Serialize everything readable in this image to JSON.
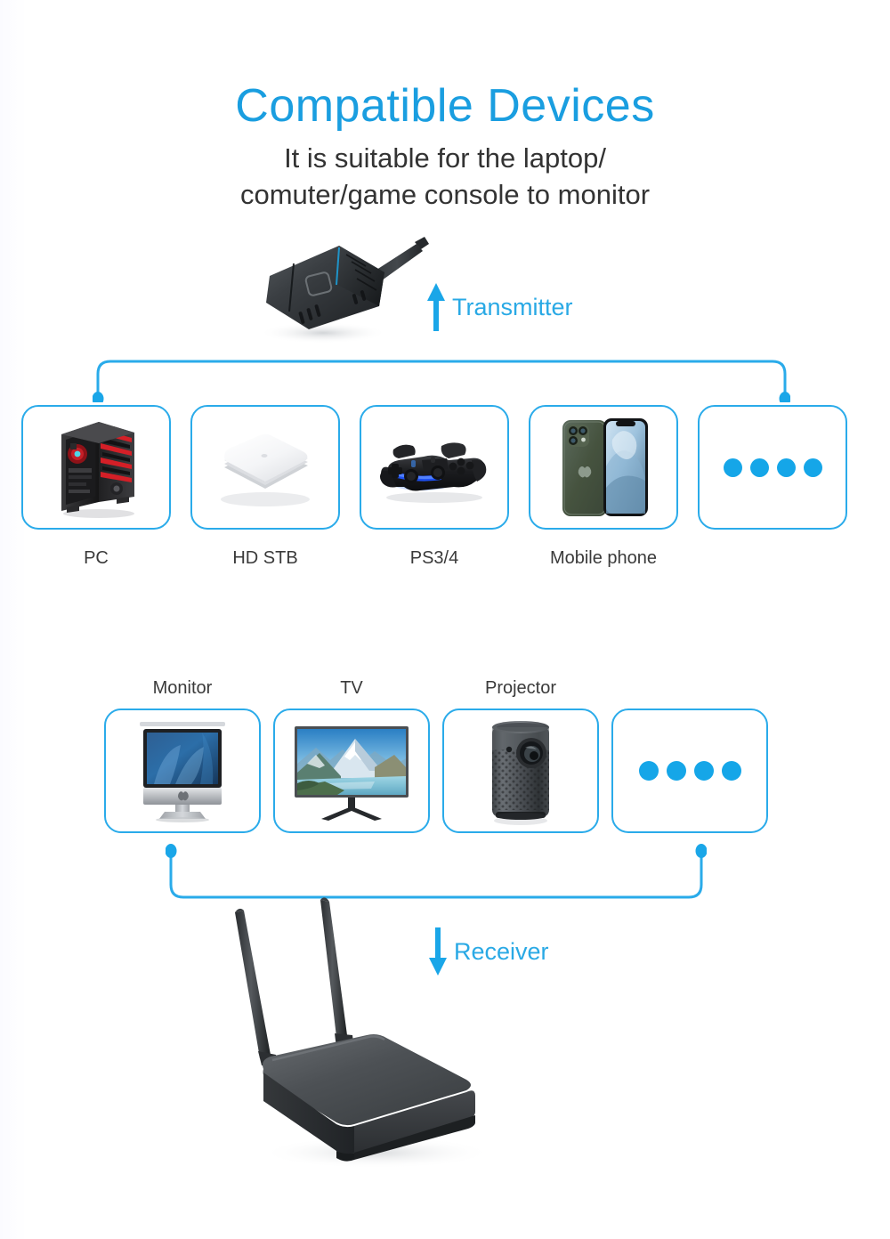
{
  "header": {
    "title": "Compatible Devices",
    "subtitle_line1": "It is suitable for the laptop/",
    "subtitle_line2": "comuter/game console to monitor"
  },
  "colors": {
    "accent_blue": "#1a9ee0",
    "border_blue": "#2aabea",
    "dot_blue": "#15a6e8",
    "label_gray": "#3a3a3a",
    "background": "#ffffff"
  },
  "transmitter": {
    "label": "Transmitter",
    "arrow_direction": "up",
    "device": "hdmi-dongle-transmitter"
  },
  "receiver": {
    "label": "Receiver",
    "arrow_direction": "down",
    "device": "wireless-receiver-box-two-antennas"
  },
  "input_devices": {
    "cards": [
      {
        "label": "PC",
        "icon": "desktop-tower-icon"
      },
      {
        "label": "HD STB",
        "icon": "set-top-box-icon"
      },
      {
        "label": "PS3/4",
        "icon": "game-controller-icon"
      },
      {
        "label": "Mobile phone",
        "icon": "smartphone-icon"
      },
      {
        "label": "",
        "icon": "more-dots-icon",
        "dots": 4
      }
    ]
  },
  "output_devices": {
    "cards": [
      {
        "label": "Monitor",
        "icon": "imac-monitor-icon"
      },
      {
        "label": "TV",
        "icon": "television-icon"
      },
      {
        "label": "Projector",
        "icon": "projector-icon"
      },
      {
        "label": "",
        "icon": "more-dots-icon",
        "dots": 4
      }
    ]
  }
}
